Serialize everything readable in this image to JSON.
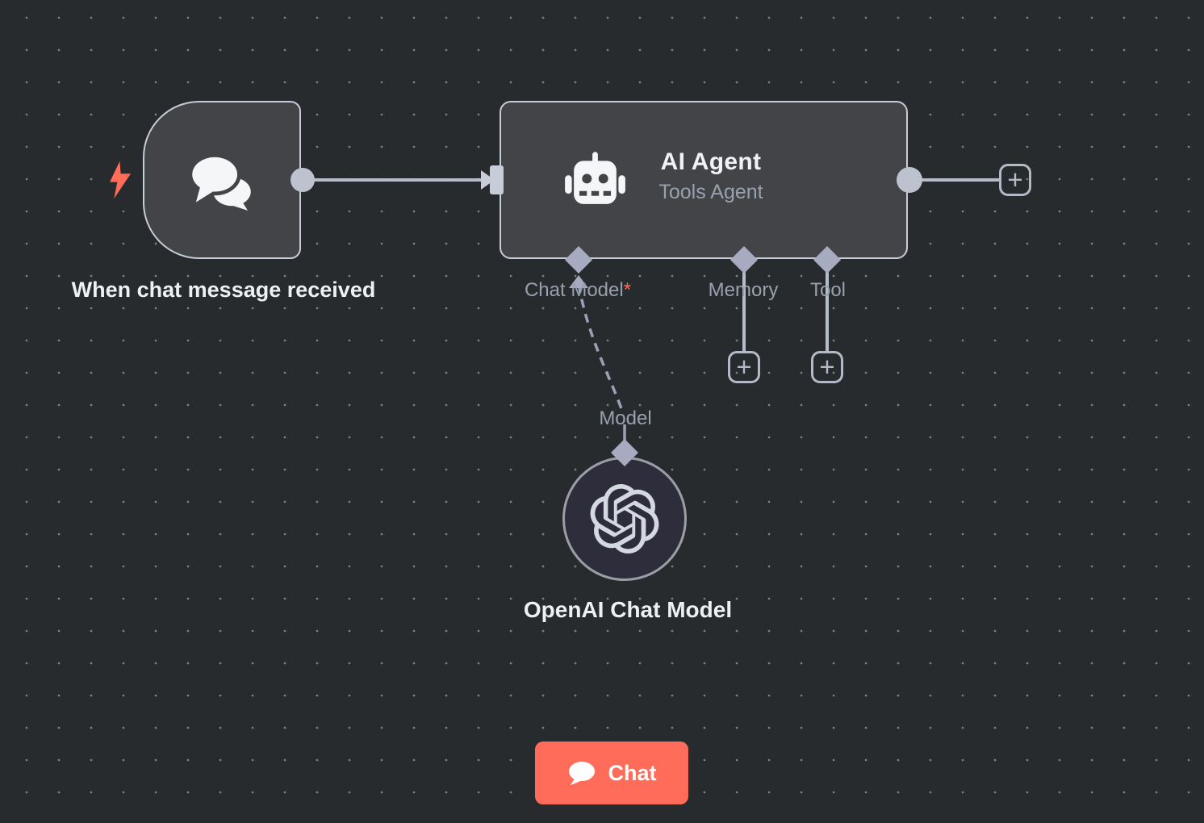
{
  "canvas": {
    "background": "#282b2d",
    "dot_color": "#7a8084",
    "wire_color": "#b6bdc9",
    "endpoint_color": "#a6abc0",
    "accent_color": "#ff6d5a"
  },
  "nodes": {
    "trigger": {
      "label": "When chat message received",
      "icon": "chat-bubbles-icon",
      "badge": "lightning-bolt-icon"
    },
    "agent": {
      "title": "AI Agent",
      "subtitle": "Tools Agent",
      "icon": "robot-icon",
      "inputs": [
        {
          "label": "Chat Model",
          "required": "*"
        },
        {
          "label": "Memory",
          "required": ""
        },
        {
          "label": "Tool",
          "required": ""
        }
      ]
    },
    "openai": {
      "label": "OpenAI Chat Model",
      "port_label": "Model",
      "icon": "openai-logo-icon"
    }
  },
  "buttons": {
    "chat": {
      "label": "Chat"
    },
    "plus": "+"
  }
}
